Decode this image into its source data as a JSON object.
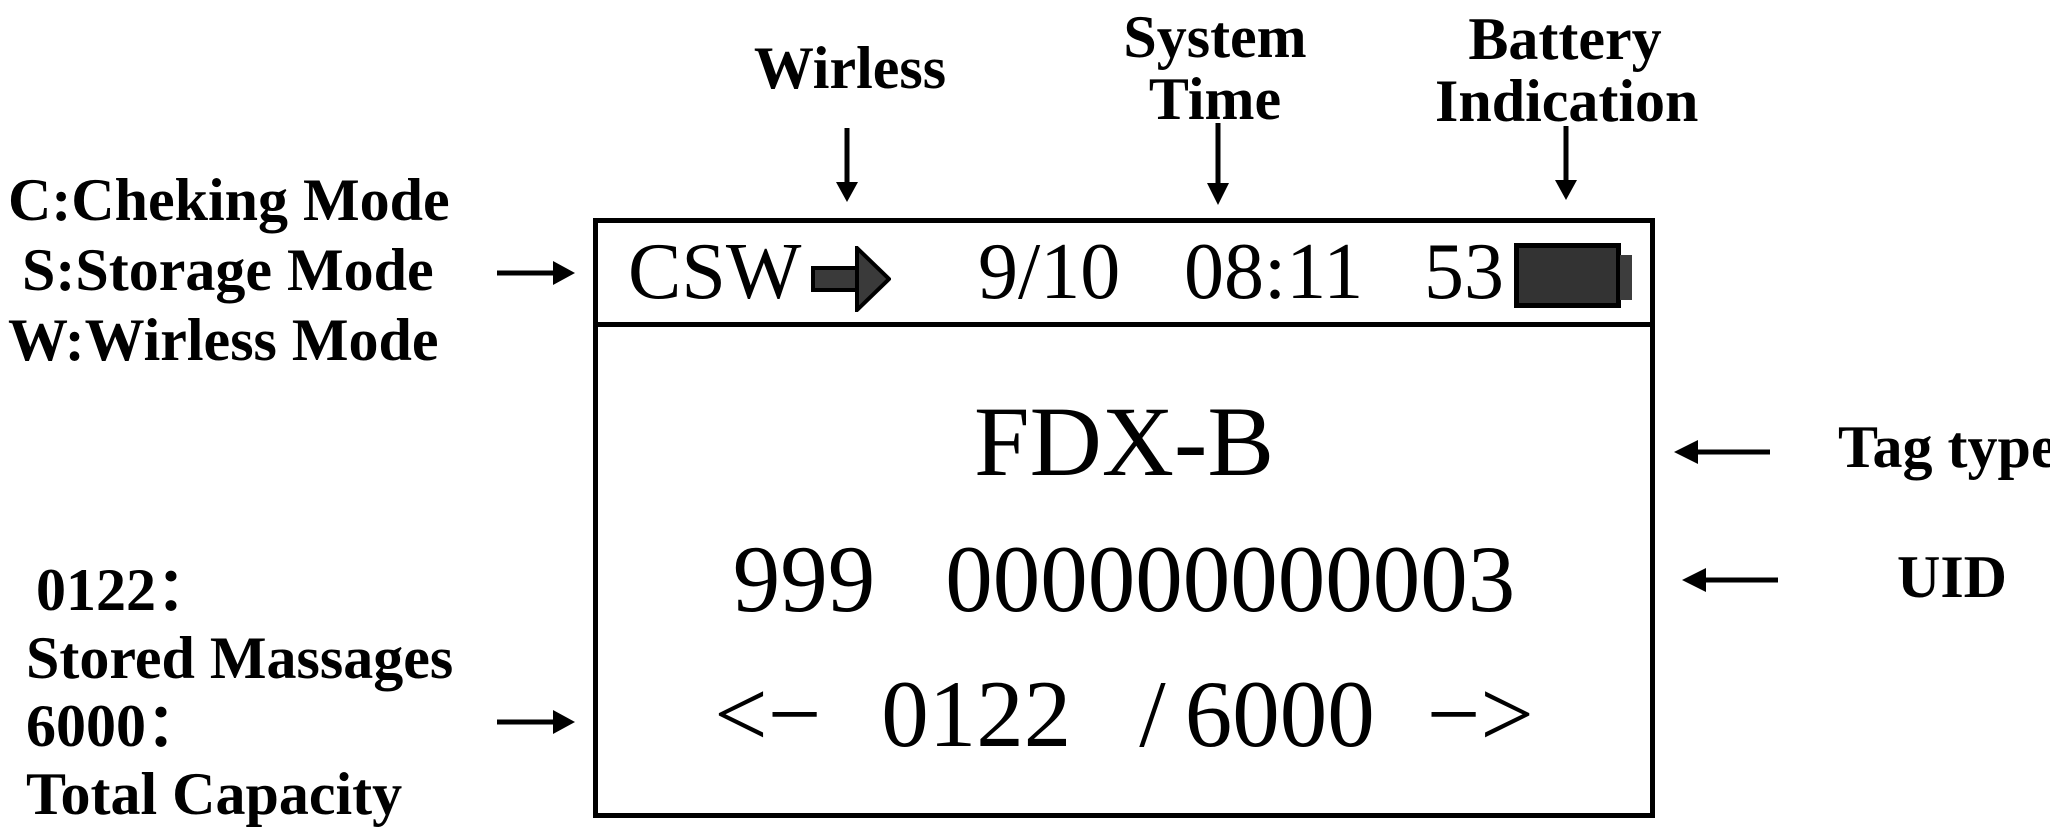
{
  "annotations": {
    "mode_legend": {
      "line1": "C:Cheking Mode",
      "line2": "S:Storage Mode",
      "line3": "W:Wirless Mode"
    },
    "wireless_label": "Wirless",
    "system_time": {
      "line1": "System",
      "line2": "Time"
    },
    "battery_indication": {
      "line1": "Battery",
      "line2": "Indication"
    },
    "tag_type_label": "Tag type",
    "uid_label": "UID",
    "storage_legend": {
      "line1": "0122：",
      "line2": "Stored Massages",
      "line3": "6000：",
      "line4": "Total Capacity"
    }
  },
  "screen": {
    "status_bar": {
      "modes": "CSW",
      "date": "9/10",
      "time": "08:11",
      "battery_percent": "53"
    },
    "main": {
      "tag_type": "FDX-B",
      "uid_country": "999",
      "uid_id": "000000000003",
      "counter": {
        "prev": "<−",
        "current": "0122",
        "slash": "/",
        "total": "6000",
        "next": "−>"
      }
    }
  },
  "icons": {
    "mode_arrow": "solid-right-block-arrow",
    "battery": "battery-level-icon"
  },
  "colors": {
    "ink": "#000000",
    "screen_background": "#ffffff",
    "battery_fill": "#333333",
    "battery_nub_fill": "#3d3d3d",
    "mode_arrow_fill": "#3a3a3a"
  }
}
